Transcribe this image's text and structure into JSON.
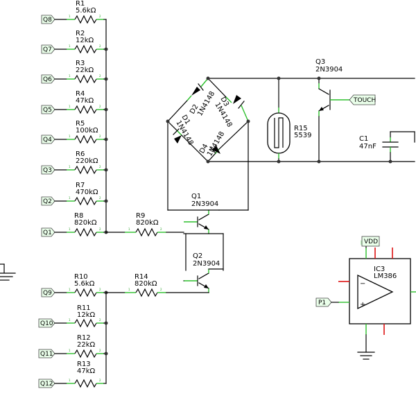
{
  "left_resistors": [
    {
      "ref": "R1",
      "value": "5.6kΩ",
      "port": "Q8"
    },
    {
      "ref": "R2",
      "value": "12kΩ",
      "port": "Q7"
    },
    {
      "ref": "R3",
      "value": "22kΩ",
      "port": "Q6"
    },
    {
      "ref": "R4",
      "value": "47kΩ",
      "port": "Q5"
    },
    {
      "ref": "R5",
      "value": "100kΩ",
      "port": "Q4"
    },
    {
      "ref": "R6",
      "value": "220kΩ",
      "port": "Q3"
    },
    {
      "ref": "R7",
      "value": "470kΩ",
      "port": "Q2"
    },
    {
      "ref": "R8",
      "value": "820kΩ",
      "port": "Q1"
    }
  ],
  "lower_resistors": [
    {
      "ref": "R10",
      "value": "5.6kΩ",
      "port": "Q9"
    },
    {
      "ref": "R11",
      "value": "12kΩ",
      "port": "Q10"
    },
    {
      "ref": "R12",
      "value": "22kΩ",
      "port": "Q11"
    },
    {
      "ref": "R13",
      "value": "47kΩ",
      "port": "Q12"
    }
  ],
  "r9": {
    "ref": "R9",
    "value": "820kΩ"
  },
  "r14": {
    "ref": "R14",
    "value": "820kΩ"
  },
  "q1": {
    "ref": "Q1",
    "part": "2N3904"
  },
  "q2": {
    "ref": "Q2",
    "part": "2N3904"
  },
  "q3": {
    "ref": "Q3",
    "part": "2N3904"
  },
  "diodes": [
    {
      "ref": "D1",
      "part": "1N4148"
    },
    {
      "ref": "D2",
      "part": "1N4148"
    },
    {
      "ref": "D3",
      "part": "1N4148"
    },
    {
      "ref": "D4",
      "part": "1N4148"
    }
  ],
  "r15": {
    "ref": "R15",
    "value": "5539"
  },
  "c1": {
    "ref": "C1",
    "value": "47nF"
  },
  "ic3": {
    "ref": "IC3",
    "part": "LM386",
    "minus": "−",
    "plus": "+"
  },
  "ports": {
    "touch": "TOUCH",
    "vdd": "VDD",
    "p1": "P1"
  },
  "pins": {
    "one": "1",
    "two": "2"
  },
  "colors": {
    "wire": "#000000",
    "pin": "#2bbf2b",
    "power": "#d11111",
    "flag": "#eaffea"
  }
}
